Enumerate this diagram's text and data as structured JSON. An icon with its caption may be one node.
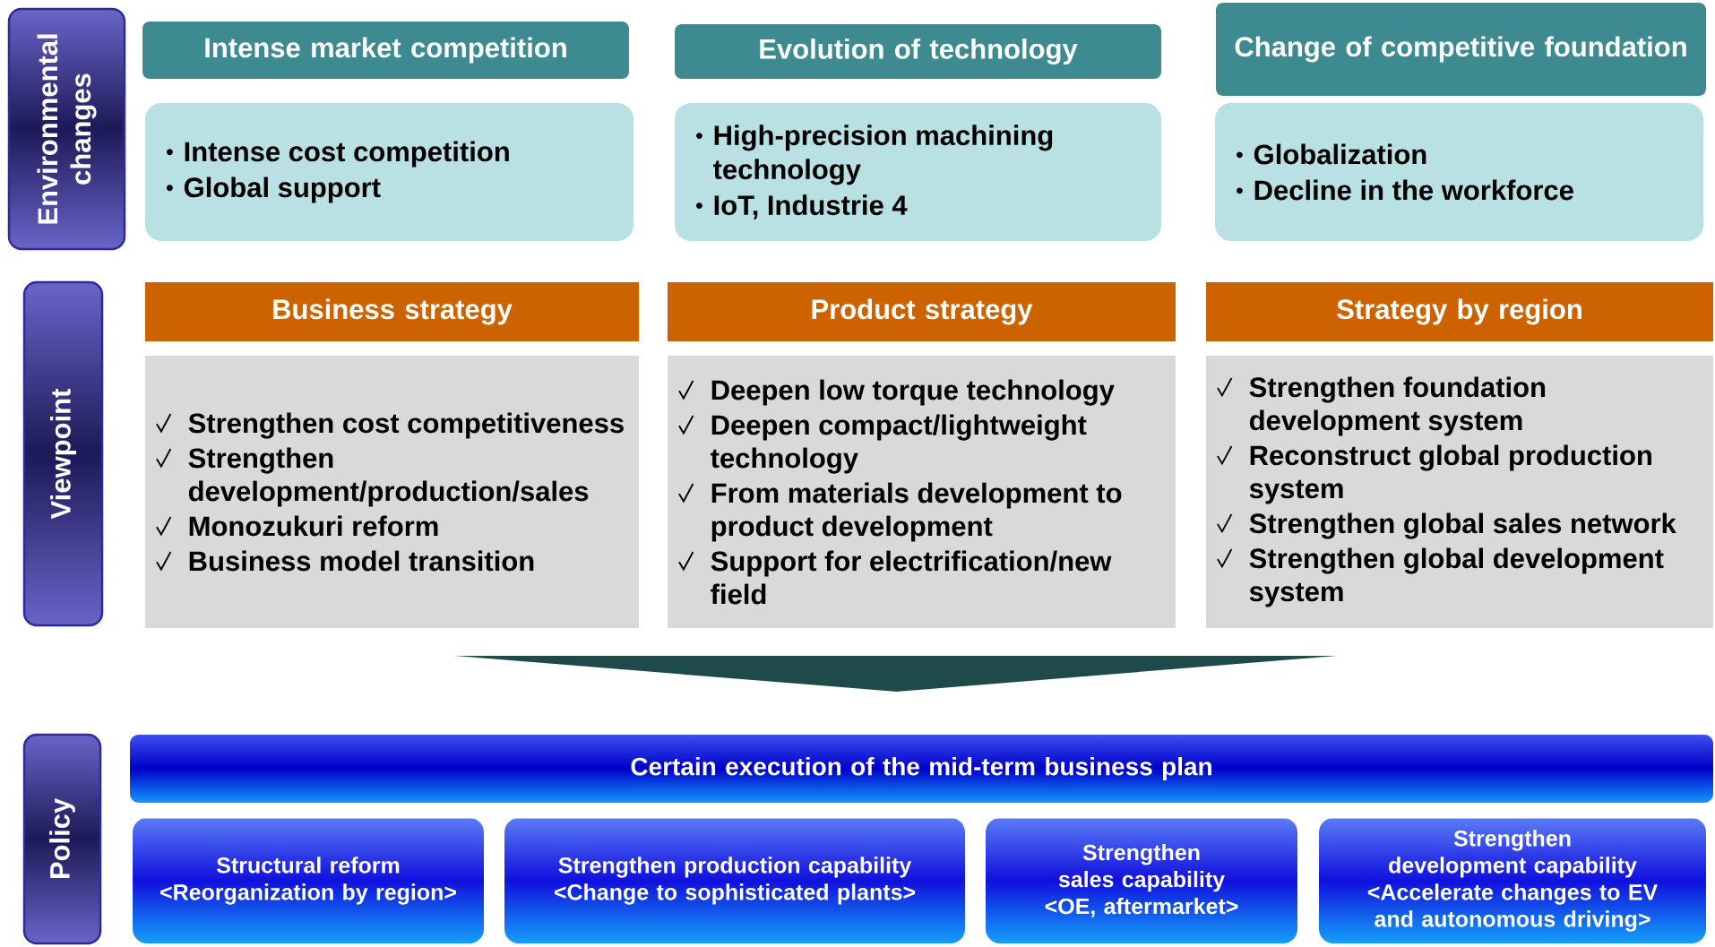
{
  "diagram": {
    "nodes": [
      {
        "text": [
          "Environmental changes"
        ]
      },
      {
        "text": [
          "Intense market competition"
        ]
      },
      {
        "text": [
          "Intense cost competition",
          "Global support"
        ]
      },
      {
        "text": [
          "Evolution of technology"
        ]
      },
      {
        "text": [
          "High-precision machining technology",
          "IoT, Industrie 4"
        ]
      },
      {
        "text": [
          "Change of competitive foundation"
        ]
      },
      {
        "text": [
          "Globalization",
          "Decline in the workforce"
        ]
      },
      {
        "text": [
          "Viewpoint"
        ]
      },
      {
        "text": [
          "Business strategy"
        ]
      },
      {
        "text": [
          "Strengthen cost competitiveness",
          "Strengthen development/production/sales",
          "Monozukuri reform",
          "Business model transition"
        ]
      },
      {
        "text": [
          "Product strategy"
        ]
      },
      {
        "text": [
          "Deepen low torque technology",
          "Deepen compact/lightweight technology",
          "From materials development to product development",
          "Support for electrification/new field"
        ]
      },
      {
        "text": [
          "Strategy by region"
        ]
      },
      {
        "text": [
          "Strengthen foundation development system",
          "Reconstruct global production system",
          "Strengthen global sales network",
          "Strengthen global development system"
        ]
      },
      {
        "text": [
          "Policy"
        ]
      },
      {
        "text": [
          "Certain execution of the mid-term business plan"
        ]
      },
      {
        "text": [
          "Structural reform",
          "<Reorganization by region>"
        ]
      },
      {
        "text": [
          "Strengthen production capability",
          "<Change to sophisticated plants>"
        ]
      },
      {
        "text": [
          "Strengthen sales capability",
          "<OE, aftermarket>"
        ]
      },
      {
        "text": [
          "Strengthen development capability",
          "<Accelerate changes to EV and autonomous driving>"
        ]
      }
    ]
  }
}
